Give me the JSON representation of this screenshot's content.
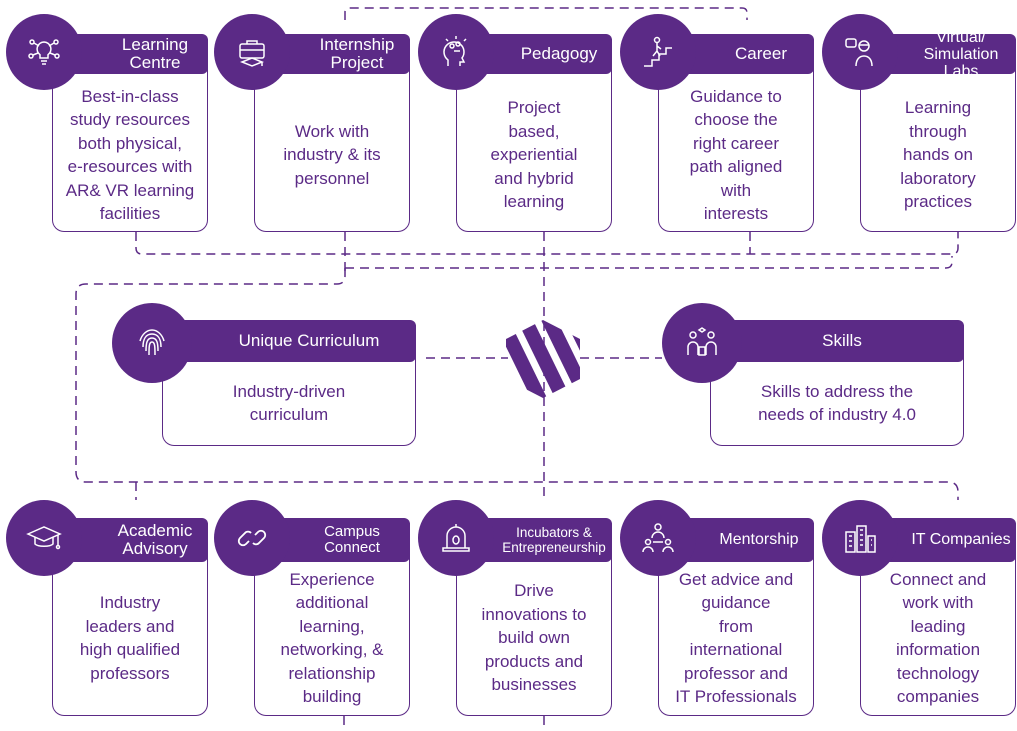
{
  "colors": {
    "accent": "#5b2a86",
    "card_bg": "#ffffff",
    "connector": "#5b2a86"
  },
  "center_logo": {
    "icon": "striped-hexagon-logo"
  },
  "top_row": [
    {
      "title": "Learning\nCentre",
      "description": "Best-in-class\nstudy resources\nboth physical,\ne-resources with\nAR& VR learning\nfacilities",
      "icon": "lightbulb-network-icon"
    },
    {
      "title": "Internship\nProject",
      "description": "Work with\nindustry & its\npersonnel",
      "icon": "briefcase-graduate-icon"
    },
    {
      "title": "Pedagogy",
      "description": "Project\nbased,\nexperiential\nand hybrid\nlearning",
      "icon": "head-ideas-icon"
    },
    {
      "title": "Career",
      "description": "Guidance to\nchoose the\nright career\npath aligned\nwith\ninterests",
      "icon": "climbing-stairs-icon"
    },
    {
      "title": "Virtual/\nSimulation Labs",
      "description": "Learning\nthrough\nhands on\nlaboratory\npractices",
      "icon": "vr-headset-person-icon"
    }
  ],
  "middle_row": [
    {
      "title": "Unique Curriculum",
      "description": "Industry-driven\ncurriculum",
      "icon": "fingerprint-icon"
    },
    {
      "title": "Skills",
      "description": "Skills to address the\nneeds of industry 4.0",
      "icon": "people-skills-icon"
    }
  ],
  "bottom_row": [
    {
      "title": "Academic\nAdvisory",
      "description": "Industry\nleaders and\nhigh qualified\nprofessors",
      "icon": "graduation-cap-icon"
    },
    {
      "title": "Campus\nConnect",
      "description": "Experience\nadditional\nlearning,\nnetworking, &\nrelationship\nbuilding",
      "icon": "chain-link-icon"
    },
    {
      "title": "Incubators &\nEntrepreneurship",
      "description": "Drive\ninnovations to\nbuild own\nproducts and\nbusinesses",
      "icon": "incubator-icon"
    },
    {
      "title": "Mentorship",
      "description": "Get advice and\nguidance\nfrom\ninternational\nprofessor and\nIT Professionals",
      "icon": "mentor-group-icon"
    },
    {
      "title": "IT Companies",
      "description": "Connect and\nwork with\nleading\ninformation\ntechnology\ncompanies",
      "icon": "office-buildings-icon"
    }
  ]
}
